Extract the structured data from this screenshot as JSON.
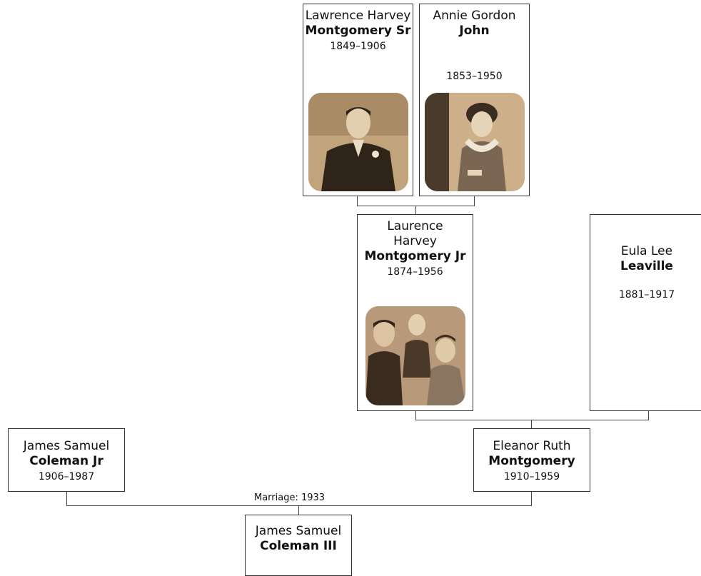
{
  "people": {
    "lawrence_sr": {
      "given": "Lawrence Harvey",
      "surname": "Montgomery Sr",
      "dates": "1849–1906"
    },
    "annie": {
      "given": "Annie Gordon",
      "surname": "John",
      "dates": "1853–1950"
    },
    "laurence_jr": {
      "given": "Laurence Harvey",
      "surname": "Montgomery Jr",
      "dates": "1874–1956"
    },
    "eula": {
      "given": "Eula Lee",
      "surname": "Leaville",
      "dates": "1881–1917"
    },
    "james_jr": {
      "given": "James Samuel",
      "surname": "Coleman Jr",
      "dates": "1906–1987"
    },
    "eleanor": {
      "given": "Eleanor Ruth",
      "surname": "Montgomery",
      "dates": "1910–1959"
    },
    "james_iii": {
      "given": "James Samuel",
      "surname": "Coleman III"
    }
  },
  "marriage_label": "Marriage: 1933",
  "colors": {
    "border": "#333333",
    "connector": "#444444",
    "sepia_light": "#c9ae86",
    "sepia_dark": "#3b2e22"
  }
}
